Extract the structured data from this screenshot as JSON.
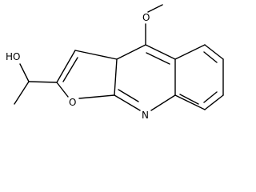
{
  "atoms": {
    "o_methoxy": "O",
    "oh": "HO",
    "o_furan": "O",
    "n_quinoline": "N"
  },
  "colors": {
    "bond": "#000000",
    "background": "#ffffff"
  }
}
